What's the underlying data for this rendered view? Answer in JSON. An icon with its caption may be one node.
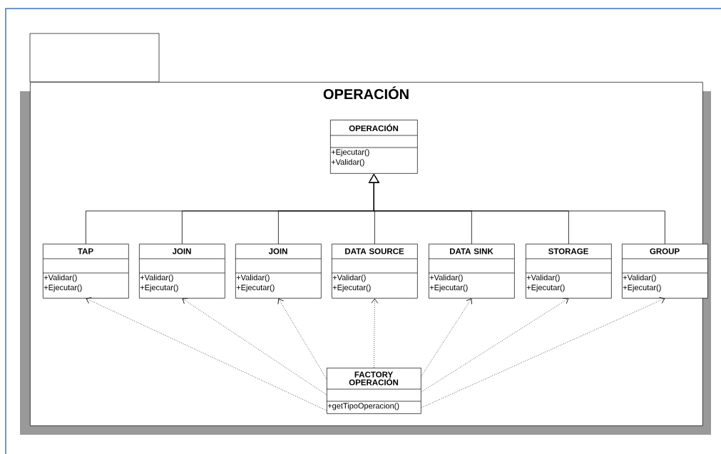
{
  "diagram": {
    "nodes": [
      {
        "text": [
          "OPERACIÓN"
        ]
      },
      {
        "text": [
          "OPERACIÓN",
          "+Ejecutar()",
          "+Validar()"
        ],
        "in": 0
      },
      {
        "text": [
          "TAP",
          "+Validar()",
          "+Ejecutar()"
        ],
        "in": 0
      },
      {
        "text": [
          "JOIN",
          "+Validar()",
          "+Ejecutar()"
        ],
        "in": 0
      },
      {
        "text": [
          "JOIN",
          "+Validar()",
          "+Ejecutar()"
        ],
        "in": 0
      },
      {
        "text": [
          "DATA SOURCE",
          "+Validar()",
          "+Ejecutar()"
        ],
        "in": 0
      },
      {
        "text": [
          "DATA SINK",
          "+Validar()",
          "+Ejecutar()"
        ],
        "in": 0
      },
      {
        "text": [
          "STORAGE",
          "+Validar()",
          "+Ejecutar()"
        ],
        "in": 0
      },
      {
        "text": [
          "GROUP",
          "+Validar()",
          "+Ejecutar()"
        ],
        "in": 0
      },
      {
        "text": [
          "FACTORY OPERACIÓN",
          "+getTipoOperacion()"
        ],
        "in": 0
      }
    ],
    "edges": [
      {
        "from": 2,
        "to": 1,
        "arrow": "to"
      },
      {
        "from": 3,
        "to": 1,
        "arrow": "to"
      },
      {
        "from": 4,
        "to": 1,
        "arrow": "to"
      },
      {
        "from": 5,
        "to": 1,
        "arrow": "to"
      },
      {
        "from": 6,
        "to": 1,
        "arrow": "to"
      },
      {
        "from": 7,
        "to": 1,
        "arrow": "to"
      },
      {
        "from": 8,
        "to": 1,
        "arrow": "to"
      },
      {
        "from": 9,
        "to": 2,
        "arrow": "to",
        "style": "dashed"
      },
      {
        "from": 9,
        "to": 3,
        "arrow": "to",
        "style": "dashed"
      },
      {
        "from": 9,
        "to": 4,
        "arrow": "to",
        "style": "dashed"
      },
      {
        "from": 9,
        "to": 5,
        "arrow": "to",
        "style": "dashed"
      },
      {
        "from": 9,
        "to": 6,
        "arrow": "to",
        "style": "dashed"
      },
      {
        "from": 9,
        "to": 7,
        "arrow": "to",
        "style": "dashed"
      },
      {
        "from": 9,
        "to": 8,
        "arrow": "to",
        "style": "dashed"
      }
    ]
  }
}
